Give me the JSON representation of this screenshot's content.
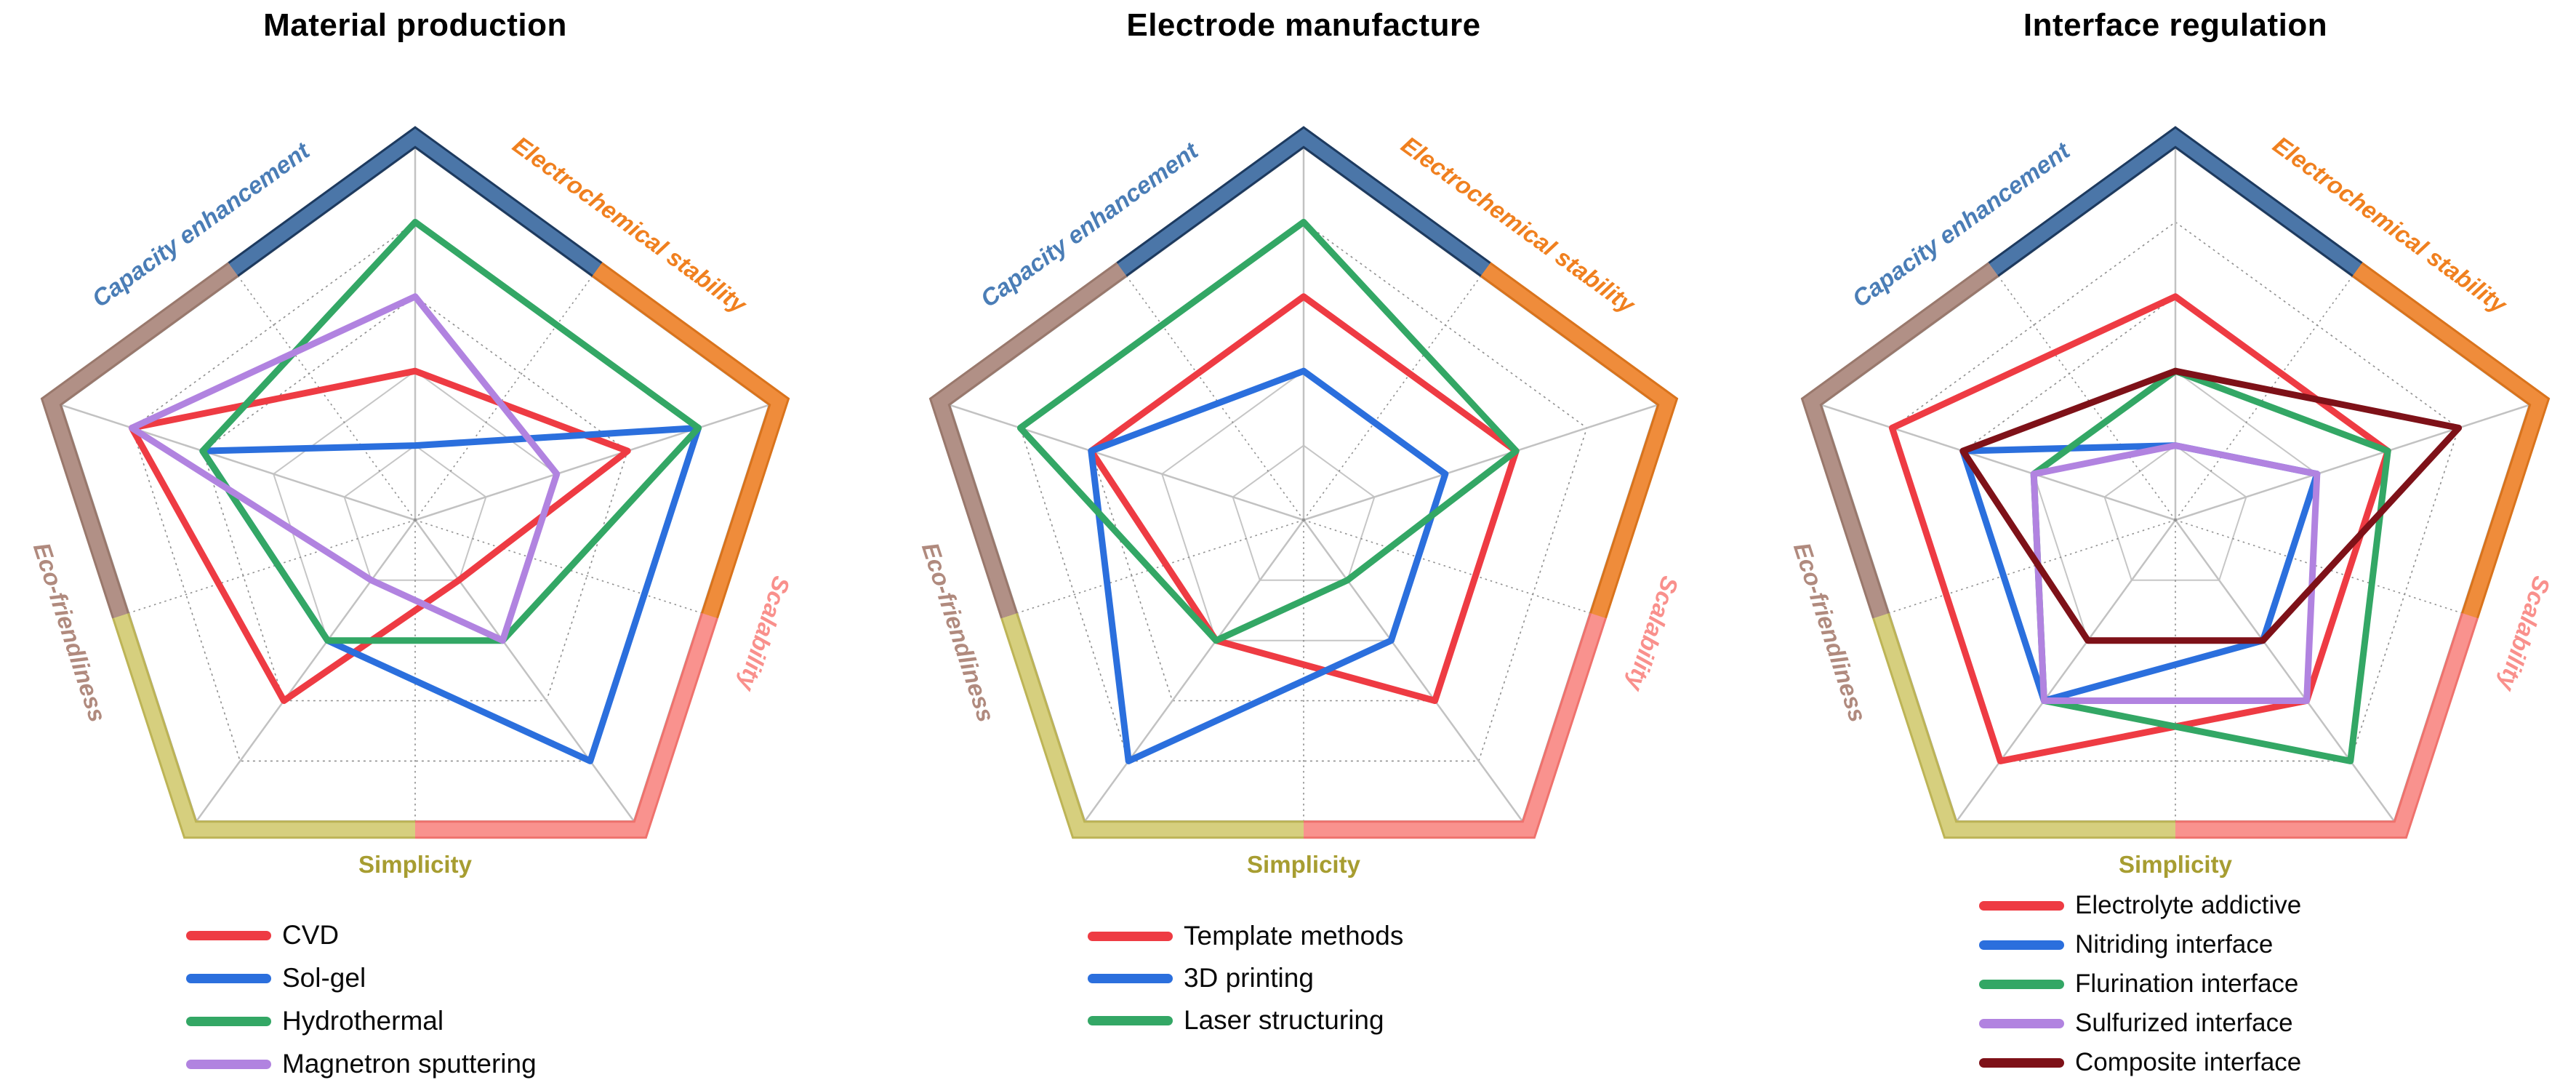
{
  "figure": {
    "background": "#ffffff",
    "description": "Three pentagon radar charts comparing methods across five axes"
  },
  "axis_styles": [
    {
      "label": "Capacity enhancement",
      "text_color": "#4a7db6",
      "band_color": "#4b76a8",
      "band_edge": "#1d3a5f",
      "italic": true
    },
    {
      "label": "Electrochemical stability",
      "text_color": "#f0801f",
      "band_color": "#ef8c3b",
      "band_edge": "#d9731c",
      "italic": true
    },
    {
      "label": "Scalability",
      "text_color": "#f9908c",
      "band_color": "#f9928e",
      "band_edge": "#ef726d",
      "italic": true
    },
    {
      "label": "Simplicity",
      "text_color": "#a79d31",
      "band_color": "#d6cf7e",
      "band_edge": "#bdb456",
      "italic": false
    },
    {
      "label": "Eco-friendliness",
      "text_color": "#b08a7e",
      "band_color": "#b19086",
      "band_edge": "#99786c",
      "italic": true
    }
  ],
  "chart_data": [
    {
      "type": "radar",
      "title": "Material production",
      "categories": [
        "Capacity enhancement",
        "Electrochemical stability",
        "Scalability",
        "Simplicity",
        "Eco-friendliness"
      ],
      "rlim": [
        0,
        5
      ],
      "rings": [
        1,
        2,
        3,
        4,
        5
      ],
      "grid": {
        "spokes": "solid",
        "mid_radials": "dotted",
        "inner_rings": "solid",
        "outer_rings": "dotted"
      },
      "legend_position": "bottom-left",
      "series": [
        {
          "name": "CVD",
          "color": "#ee3b43",
          "values": [
            2,
            3,
            1,
            3,
            4
          ]
        },
        {
          "name": "Sol-gel",
          "color": "#2b6fdd",
          "values": [
            1,
            4,
            4,
            2,
            3
          ]
        },
        {
          "name": "Hydrothermal",
          "color": "#33a765",
          "values": [
            4,
            4,
            2,
            2,
            3
          ]
        },
        {
          "name": "Magnetron sputtering",
          "color": "#b183e0",
          "values": [
            3,
            2,
            2,
            1,
            4
          ]
        }
      ]
    },
    {
      "type": "radar",
      "title": "Electrode manufacture",
      "categories": [
        "Capacity enhancement",
        "Electrochemical stability",
        "Scalability",
        "Simplicity",
        "Eco-friendliness"
      ],
      "rlim": [
        0,
        5
      ],
      "rings": [
        1,
        2,
        3,
        4,
        5
      ],
      "grid": {
        "spokes": "solid",
        "mid_radials": "dotted",
        "inner_rings": "solid",
        "outer_rings": "dotted"
      },
      "legend_position": "bottom-center",
      "series": [
        {
          "name": "Template methods",
          "color": "#ee3b43",
          "values": [
            3,
            3,
            3,
            2,
            3
          ]
        },
        {
          "name": "3D printing",
          "color": "#2b6fdd",
          "values": [
            2,
            2,
            2,
            4,
            3
          ]
        },
        {
          "name": "Laser structuring",
          "color": "#33a765",
          "values": [
            4,
            3,
            1,
            2,
            4
          ]
        }
      ]
    },
    {
      "type": "radar",
      "title": "Interface regulation",
      "categories": [
        "Capacity enhancement",
        "Electrochemical stability",
        "Scalability",
        "Simplicity",
        "Eco-friendliness"
      ],
      "rlim": [
        0,
        5
      ],
      "rings": [
        1,
        2,
        3,
        4,
        5
      ],
      "grid": {
        "spokes": "solid",
        "mid_radials": "dotted",
        "inner_rings": "solid",
        "outer_rings": "dotted"
      },
      "legend_position": "bottom-right",
      "series": [
        {
          "name": "Electrolyte addictive",
          "color": "#ee3b43",
          "values": [
            3,
            3,
            3,
            4,
            4
          ]
        },
        {
          "name": "Nitriding interface",
          "color": "#2b6fdd",
          "values": [
            1,
            2,
            2,
            3,
            3
          ]
        },
        {
          "name": "Flurination interface",
          "color": "#33a765",
          "values": [
            2,
            3,
            4,
            3,
            2
          ]
        },
        {
          "name": "Sulfurized interface",
          "color": "#b183e0",
          "values": [
            1,
            2,
            3,
            3,
            2
          ]
        },
        {
          "name": "Composite interface",
          "color": "#7e1118",
          "values": [
            2,
            4,
            2,
            2,
            3
          ]
        }
      ]
    }
  ]
}
